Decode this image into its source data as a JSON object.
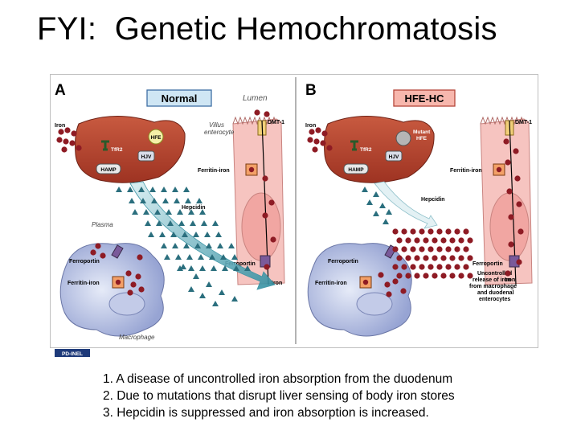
{
  "slide": {
    "title": "FYI:  Genetic Hemochromatosis",
    "notes": [
      "1.  A disease of uncontrolled iron absorption from the duodenum",
      "2.  Due to mutations that disrupt liver sensing of body iron stores",
      "3.  Hepcidin is suppressed and iron absorption is increased."
    ]
  },
  "figure": {
    "panel_a": {
      "letter": "A",
      "header": "Normal",
      "labels": {
        "lumen": "Lumen",
        "dmt1": "DMT-1",
        "iron_in": "Iron",
        "villus": "Villus\nenterocyte",
        "hfe": "HFE",
        "tfr2": "TfR2",
        "hjv": "HJV",
        "hamp": "HAMP",
        "ferritin_iron_cell": "Ferritin-iron",
        "hepcidin": "Hepcidin",
        "plasma": "Plasma",
        "ferroportin_mac": "Ferroportin",
        "ferritin_iron_mac": "Ferritin-iron",
        "ferroportin_ent": "Ferroportin",
        "iron_out": "Iron",
        "macrophage": "Macrophage"
      }
    },
    "panel_b": {
      "letter": "B",
      "header": "HFE-HC",
      "labels": {
        "dmt1": "DMT-1",
        "iron_in": "Iron",
        "mutant_hfe": "Mutant\nHFE",
        "tfr2": "TfR2",
        "hjv": "HJV",
        "hamp": "HAMP",
        "ferritin_iron_cell": "Ferritin-iron",
        "hepcidin": "Hepcidin",
        "ferroportin_mac": "Ferroportin",
        "ferritin_iron_mac": "Ferritin-iron",
        "ferroportin_ent": "Ferroportin",
        "iron_out": "Iron",
        "uncontrolled": "Uncontrolled\nrelease of iron\nfrom macrophage\nand duodenal\nenterocytes"
      }
    },
    "credit": "PD-INEL",
    "colors": {
      "liver": "#b8432e",
      "iron_dot": "#8e1b24",
      "hepcidin": "#2b6f7e",
      "enterocyte": "#f6c4c0",
      "macrophage": "#aab6de",
      "header_box": "#cfe6f4",
      "header_box_b": "#f7b7ad"
    }
  }
}
